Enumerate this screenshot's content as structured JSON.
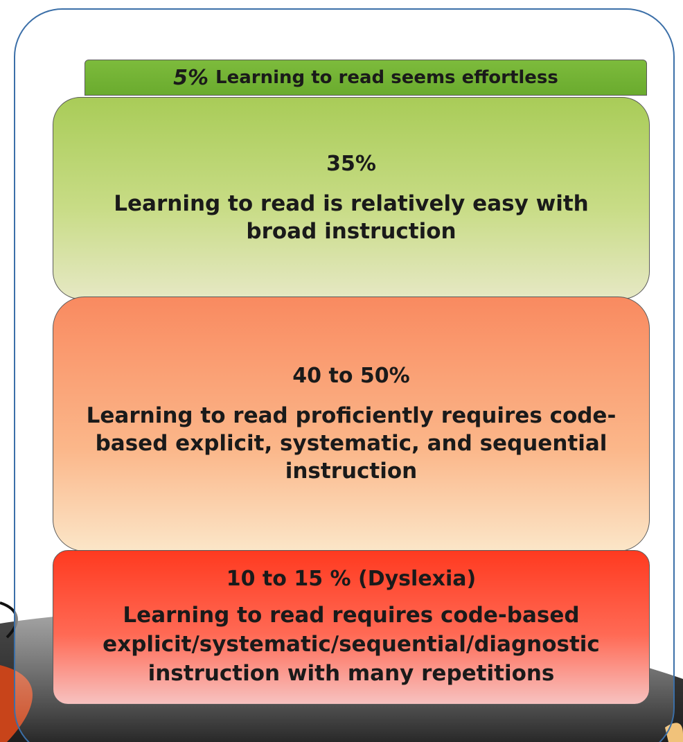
{
  "tiers": [
    {
      "percent": "5%",
      "description": "Learning to read seems effortless",
      "color": "#6aab2e"
    },
    {
      "percent": "35%",
      "description": "Learning to read is relatively easy with broad instruction",
      "color": "#a9cc58"
    },
    {
      "percent": "40 to 50%",
      "description": "Learning to read proficiently requires code-based explicit, systematic, and sequential instruction",
      "color": "#f98a60"
    },
    {
      "percent": "10 to 15 % (Dyslexia)",
      "description": "Learning to read requires code-based explicit/systematic/sequential/diagnostic instruction with many repetitions",
      "color": "#ff3a20"
    }
  ]
}
